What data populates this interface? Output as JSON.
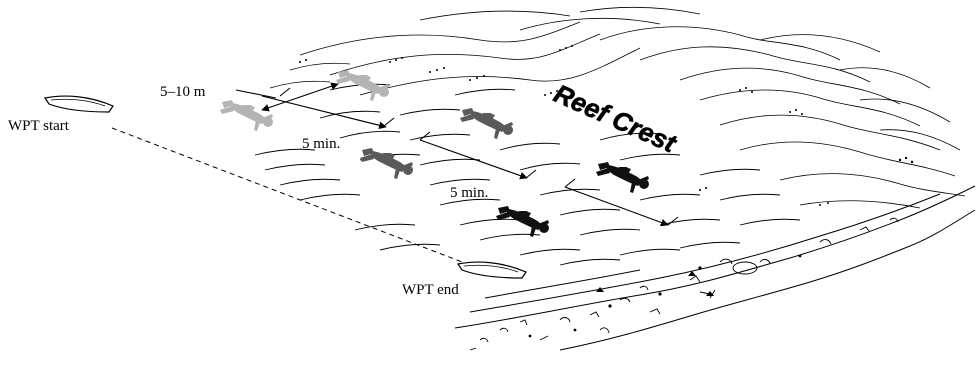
{
  "labels": {
    "wpt_start": "WPT start",
    "wpt_end": "WPT end",
    "spacing": "5–10 m",
    "interval_1": "5 min.",
    "interval_2": "5 min.",
    "reef_crest": "Reef Crest"
  },
  "colors": {
    "ink": "#000000",
    "diver_light": "#b4b4b4",
    "diver_mid_light": "#8a8a8a",
    "diver_mid": "#5a5a5a",
    "diver_dark": "#1a1a1a"
  },
  "icons": {
    "boat": "boat-icon",
    "diver": "diver-icon"
  }
}
